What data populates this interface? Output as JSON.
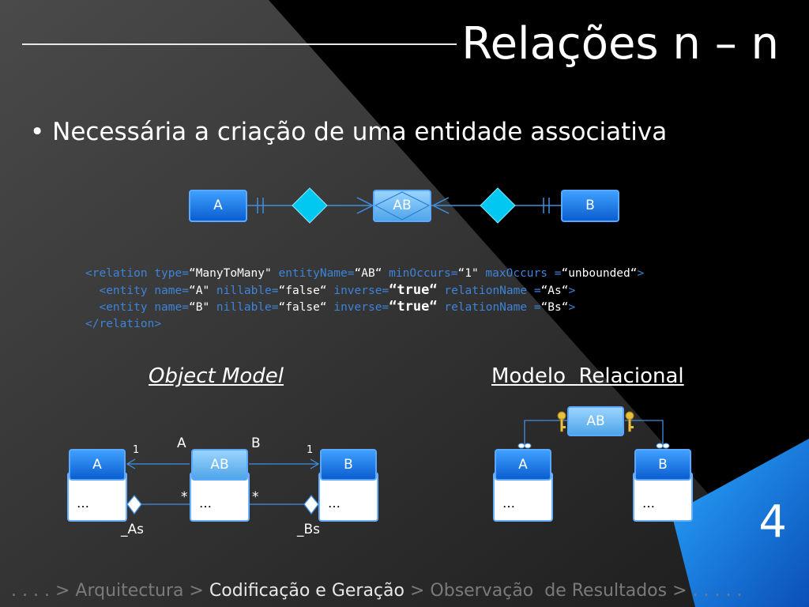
{
  "slide": {
    "title": "Relações n – n",
    "bullet": "Necessária a criação de uma entidade associativa",
    "page_number": "4"
  },
  "er_diagram": {
    "entity_a": "A",
    "entity_ab": "AB",
    "entity_b": "B"
  },
  "code": {
    "line1": {
      "tag": "relation",
      "type_attr": "type",
      "type_val": "“ManyToMany\"",
      "entity_attr": "entityName",
      "entity_val": "“AB“",
      "min_attr": "minOccurs",
      "min_val": "“1\"",
      "max_attr": "maxOccurs",
      "max_val": "“unbounded“"
    },
    "line2": {
      "tag": "entity",
      "name_attr": "name",
      "name_val": "“A\"",
      "nillable_attr": "nillable",
      "nillable_val": "“false“",
      "inverse_attr": "inverse",
      "inverse_val": "“true“",
      "rel_attr": "relationName",
      "rel_val": "“As“"
    },
    "line3": {
      "tag": "entity",
      "name_attr": "name",
      "name_val": "“B\"",
      "nillable_attr": "nillable",
      "nillable_val": "“false“",
      "inverse_attr": "inverse",
      "inverse_val": "“true“",
      "rel_attr": "relationName",
      "rel_val": "“Bs“"
    },
    "line4": {
      "tag": "relation"
    }
  },
  "object_model": {
    "heading": "Object Model",
    "box_a": "A",
    "box_ab": "AB",
    "box_b": "B",
    "body_a": "…",
    "body_ab": "…",
    "body_b": "…",
    "role_a": "A",
    "role_b": "B",
    "mult_left_1": "1",
    "mult_right_1": "1",
    "mult_left_star": "*",
    "mult_right_star": "*",
    "rel_as": "_As",
    "rel_bs": "_Bs"
  },
  "relational_model": {
    "heading": "Modelo  Relacional",
    "box_ab": "AB",
    "box_a": "A",
    "box_b": "B",
    "body_a": "…",
    "body_b": "…"
  },
  "nav": {
    "lead": ". . . .  >",
    "item1": "Arquitectura",
    "sep1": ">",
    "item2": "Codificação e Geração",
    "sep2": ">",
    "item3": "Observação  de Resultados",
    "sep3": ">",
    "trail": ". . . . ."
  },
  "colors": {
    "accent_blue": "#0a5ed0",
    "light_blue": "#4fa5e8",
    "diamond_cyan": "#00c8f0",
    "background": "#000000"
  }
}
